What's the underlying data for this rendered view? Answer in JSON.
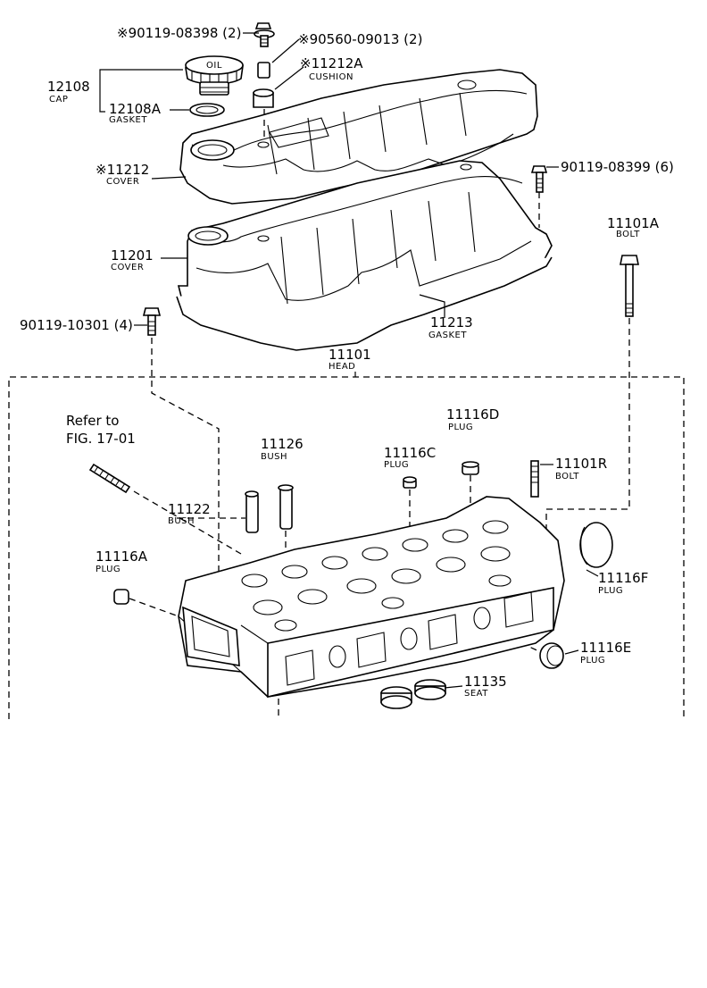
{
  "callouts": [
    {
      "part": "※90119-08398 (2)",
      "desc": ""
    },
    {
      "part": "※90560-09013 (2)",
      "desc": ""
    },
    {
      "part": "※11212A",
      "desc": "CUSHION"
    },
    {
      "part": "12108",
      "desc": "CAP"
    },
    {
      "part": "12108A",
      "desc": "GASKET"
    },
    {
      "part": "※11212",
      "desc": "COVER"
    },
    {
      "part": "90119-08399 (6)",
      "desc": ""
    },
    {
      "part": "11101A",
      "desc": "BOLT"
    },
    {
      "part": "11201",
      "desc": "COVER"
    },
    {
      "part": "90119-10301 (4)",
      "desc": ""
    },
    {
      "part": "11213",
      "desc": "GASKET"
    },
    {
      "part": "11101",
      "desc": "HEAD"
    },
    {
      "part": "11116D",
      "desc": "PLUG"
    },
    {
      "part": "11126",
      "desc": "BUSH"
    },
    {
      "part": "11116C",
      "desc": "PLUG"
    },
    {
      "part": "11101R",
      "desc": "BOLT"
    },
    {
      "part": "11122",
      "desc": "BUSH"
    },
    {
      "part": "11116A",
      "desc": "PLUG"
    },
    {
      "part": "11116F",
      "desc": "PLUG"
    },
    {
      "part": "11116E",
      "desc": "PLUG"
    },
    {
      "part": "11135",
      "desc": "SEAT"
    }
  ],
  "reference": {
    "line1": "Refer to",
    "line2": "FIG. 17-01"
  },
  "cap_lettering": "OIL"
}
